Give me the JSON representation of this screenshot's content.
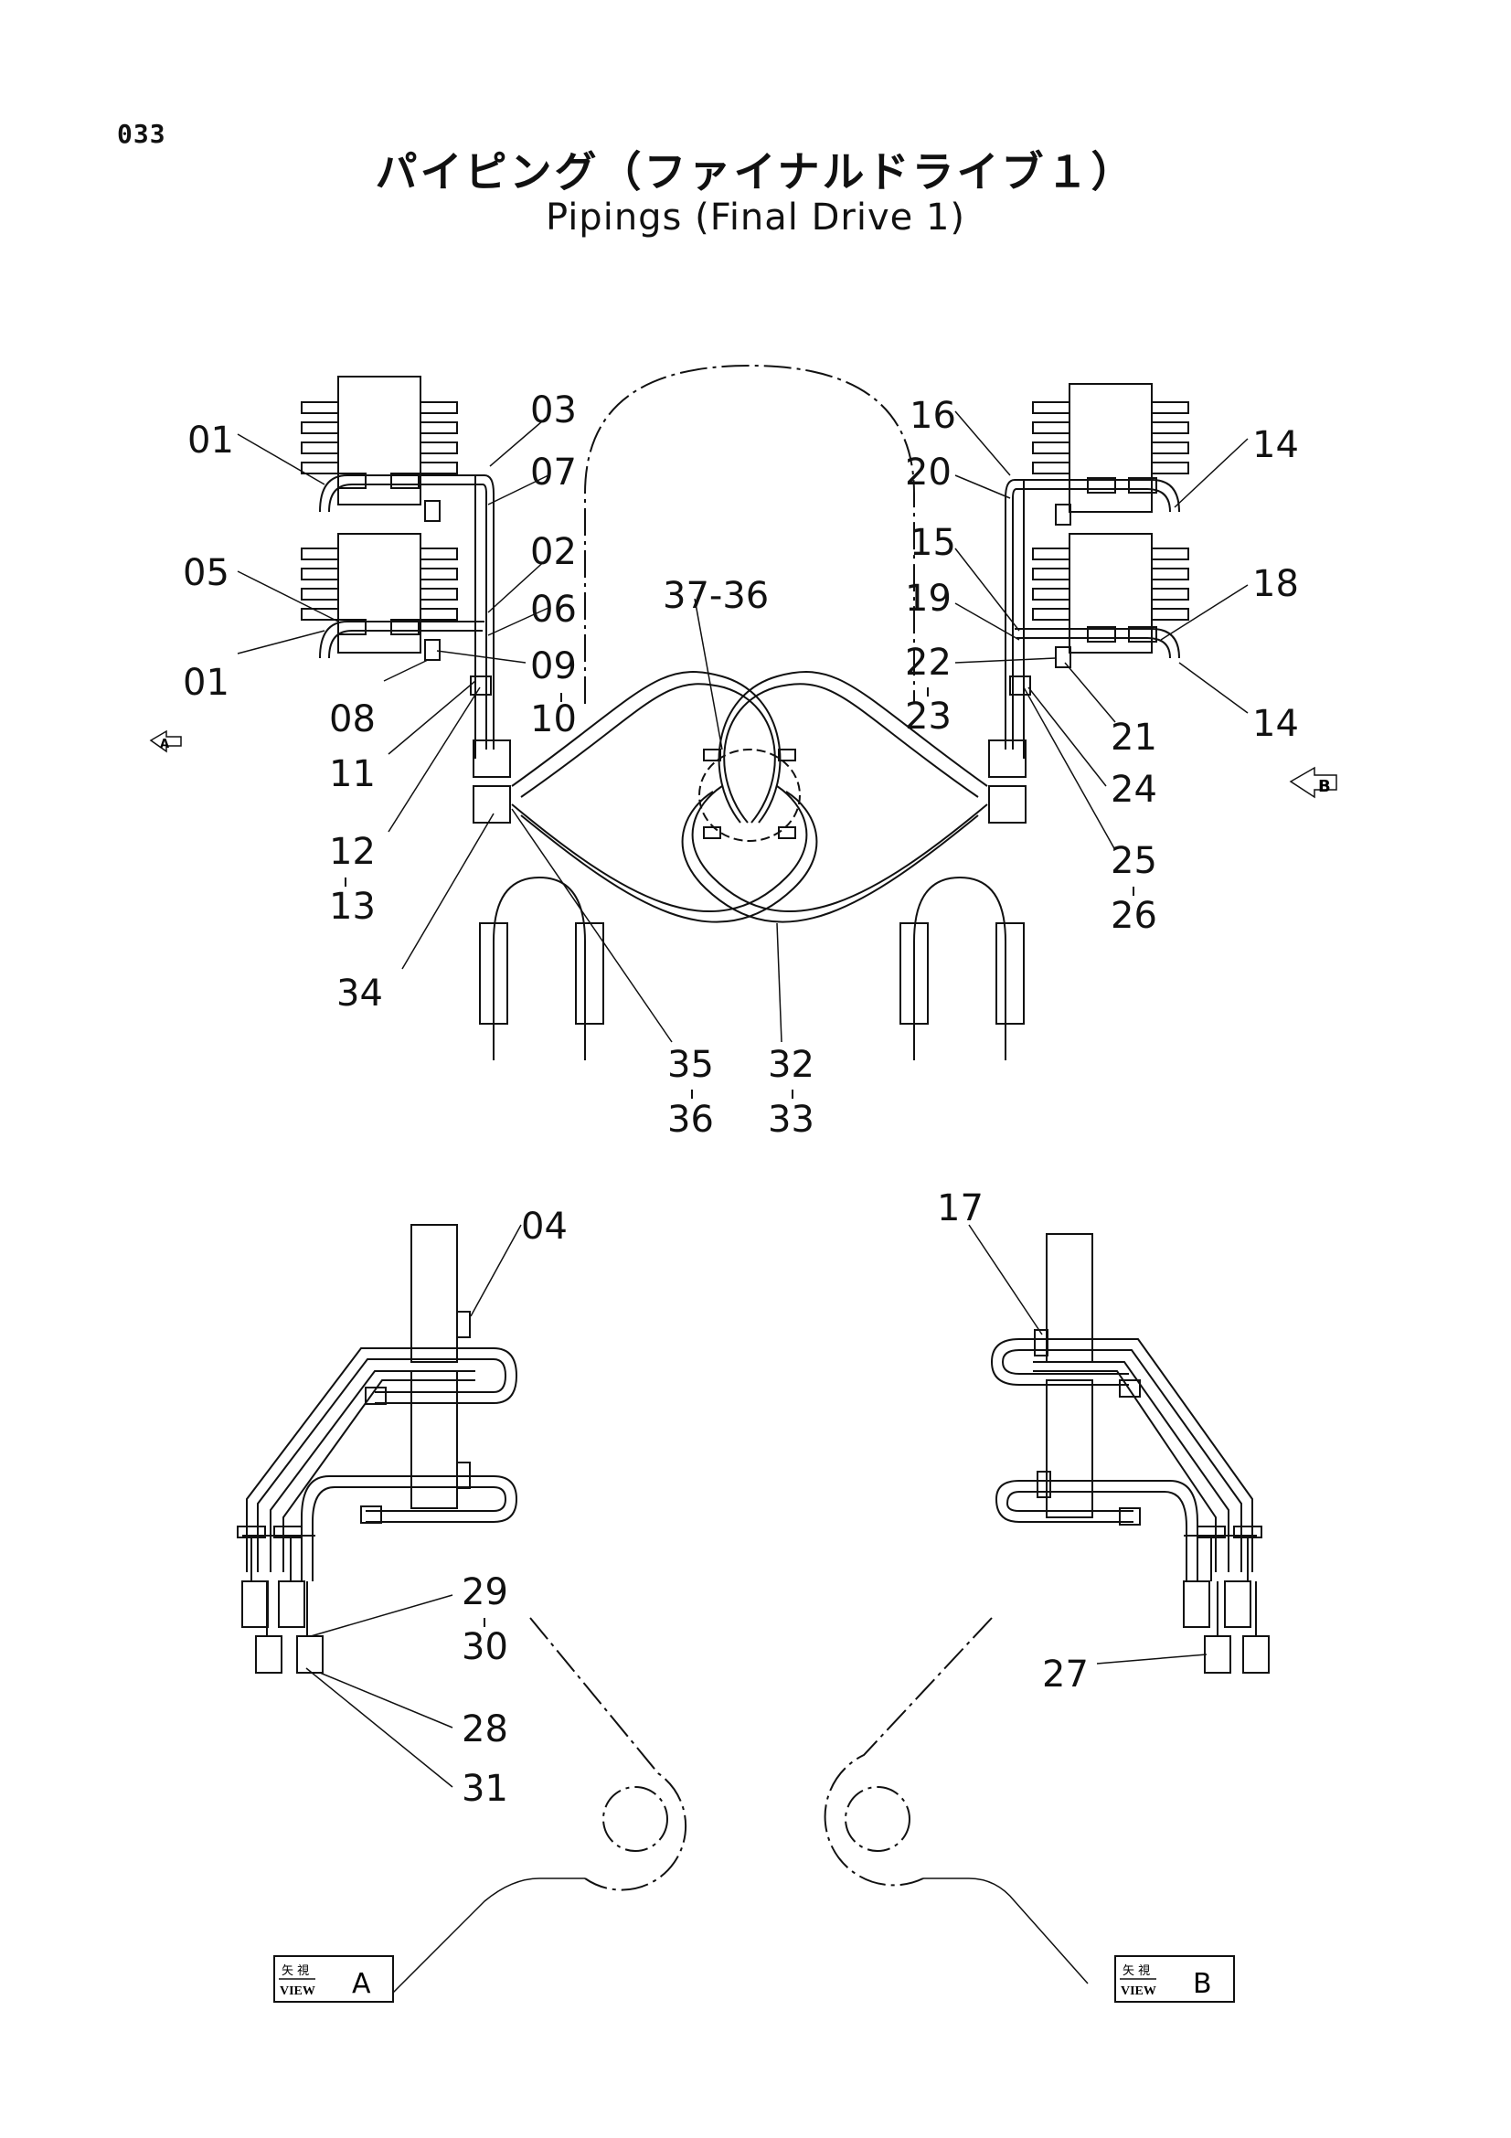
{
  "page_number": "033",
  "title_jp": "パイピング（ファイナルドライブ１）",
  "title_en": "Pipings (Final Drive 1)",
  "callouts": [
    {
      "id": "01a",
      "text": "01"
    },
    {
      "id": "03",
      "text": "03"
    },
    {
      "id": "07",
      "text": "07"
    },
    {
      "id": "05",
      "text": "05"
    },
    {
      "id": "02",
      "text": "02"
    },
    {
      "id": "06",
      "text": "06"
    },
    {
      "id": "01b",
      "text": "01"
    },
    {
      "id": "09",
      "text": "09"
    },
    {
      "id": "10",
      "text": "10"
    },
    {
      "id": "08",
      "text": "08"
    },
    {
      "id": "11",
      "text": "11"
    },
    {
      "id": "12",
      "text": "12"
    },
    {
      "id": "13",
      "text": "13"
    },
    {
      "id": "34",
      "text": "34"
    },
    {
      "id": "35",
      "text": "35"
    },
    {
      "id": "36",
      "text": "36"
    },
    {
      "id": "32",
      "text": "32"
    },
    {
      "id": "33",
      "text": "33"
    },
    {
      "id": "37-36",
      "text": "37-36"
    },
    {
      "id": "16",
      "text": "16"
    },
    {
      "id": "20",
      "text": "20"
    },
    {
      "id": "15",
      "text": "15"
    },
    {
      "id": "19",
      "text": "19"
    },
    {
      "id": "22",
      "text": "22"
    },
    {
      "id": "23",
      "text": "23"
    },
    {
      "id": "14a",
      "text": "14"
    },
    {
      "id": "18",
      "text": "18"
    },
    {
      "id": "14b",
      "text": "14"
    },
    {
      "id": "21",
      "text": "21"
    },
    {
      "id": "24",
      "text": "24"
    },
    {
      "id": "25",
      "text": "25"
    },
    {
      "id": "26",
      "text": "26"
    },
    {
      "id": "04",
      "text": "04"
    },
    {
      "id": "17",
      "text": "17"
    },
    {
      "id": "29",
      "text": "29"
    },
    {
      "id": "30",
      "text": "30"
    },
    {
      "id": "28",
      "text": "28"
    },
    {
      "id": "31",
      "text": "31"
    },
    {
      "id": "27",
      "text": "27"
    }
  ],
  "view_markers": {
    "a": "A",
    "b": "B"
  },
  "view_labels": {
    "a": {
      "kanji": "矢 視",
      "view": "VIEW",
      "letter": "A"
    },
    "b": {
      "kanji": "矢 視",
      "view": "VIEW",
      "letter": "B"
    }
  }
}
